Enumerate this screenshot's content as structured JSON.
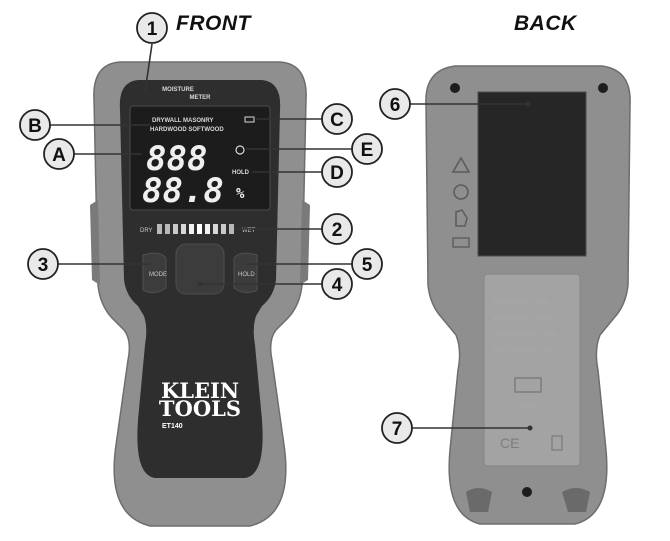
{
  "titles": {
    "front": "FRONT",
    "back": "BACK"
  },
  "device": {
    "display_header_line1": "MOISTURE",
    "display_header_line2": "METER",
    "material_modes_line1": "DRYWALL  MASONRY",
    "material_modes_line2": "HARDWOOD  SOFTWOOD",
    "battery_indicator": "batt-icon",
    "digits_top": "888",
    "digits_bottom": "88.8",
    "percent_sign": "%",
    "hold_label": "HOLD",
    "scale_dry": "DRY",
    "scale_wet": "WET",
    "button_left_label": "MODE",
    "button_right_label": "HOLD",
    "brand_line1": "KLEIN",
    "brand_line2": "TOOLS",
    "model": "ET140",
    "back_specs": [
      "DRYWALL   5 - 50%",
      "MASONRY   0 - 50%",
      "HARDWOOD  5 - 50%",
      "SOFTWOOD  5 - 50%"
    ],
    "battery_spec": "1 X 9V",
    "ce_mark": "CE"
  },
  "callouts": {
    "c1": "1",
    "c2": "2",
    "c3": "3",
    "c4": "4",
    "c5": "5",
    "c6": "6",
    "c7": "7",
    "cA": "A",
    "cB": "B",
    "cC": "C",
    "cD": "D",
    "cE": "E"
  },
  "colors": {
    "housing": "#8f8f8f",
    "housing_edge": "#6e6e6e",
    "faceplate": "#2e2e2e",
    "lcd": "#1c1c1c",
    "back_window": "#262626",
    "back_panel": "#a3a3a3",
    "leader": "#333333"
  }
}
